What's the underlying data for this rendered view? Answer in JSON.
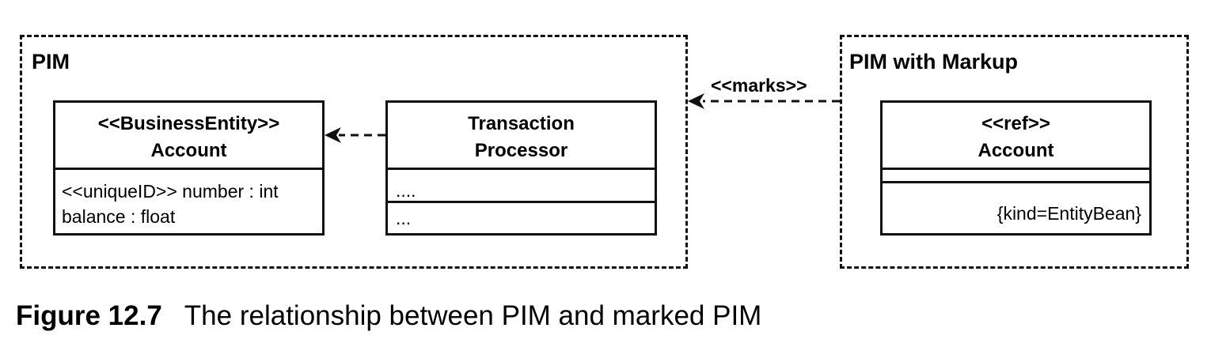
{
  "pim": {
    "title": "PIM",
    "account": {
      "stereotype": "<<BusinessEntity>>",
      "name": "Account",
      "attributes": [
        "<<uniqueID>> number : int",
        "balance : float"
      ]
    },
    "processor": {
      "name_line1": "Transaction",
      "name_line2": "Processor",
      "attributes": "....",
      "operations": "..."
    }
  },
  "markup": {
    "title": "PIM with Markup",
    "account": {
      "stereotype": "<<ref>>",
      "name": "Account",
      "tagged_value": "{kind=EntityBean}"
    }
  },
  "relations": {
    "marks_label": "<<marks>>"
  },
  "caption": {
    "number": "Figure 12.7",
    "text": "The relationship between PIM and marked PIM"
  }
}
